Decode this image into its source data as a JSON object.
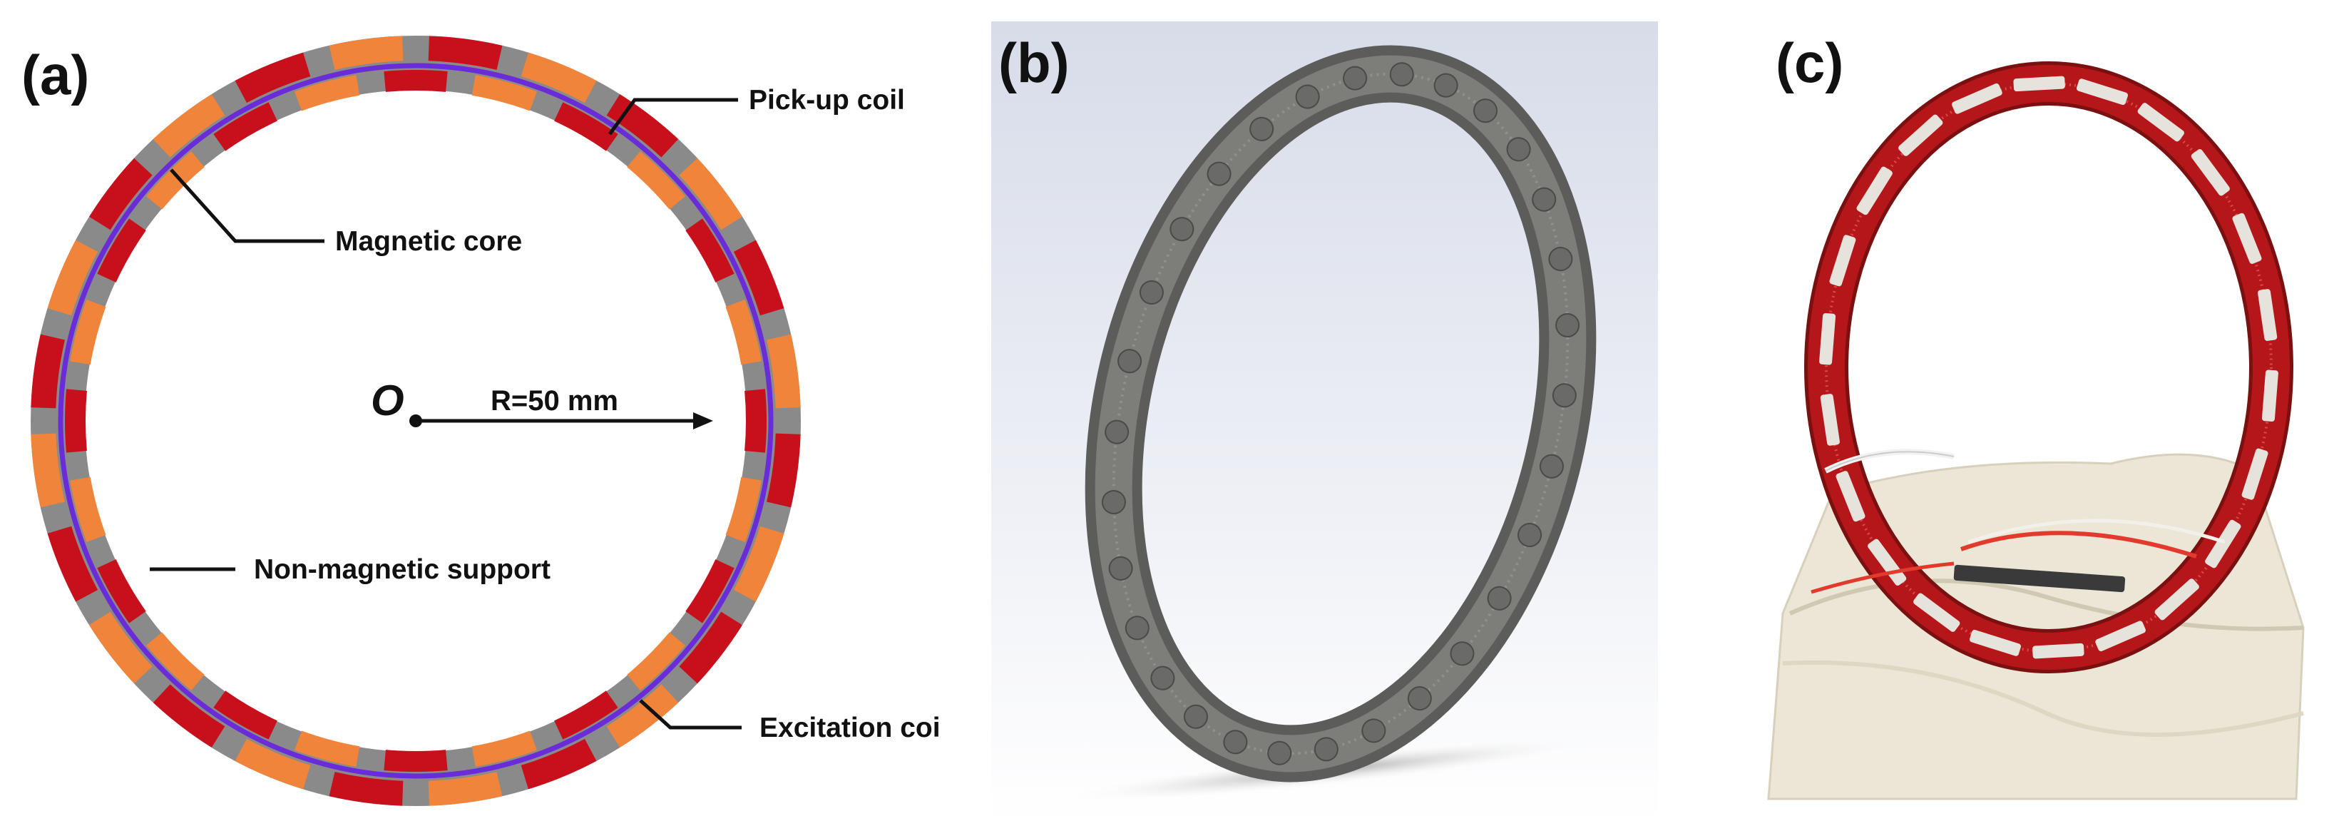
{
  "panels": [
    {
      "label": "(a)"
    },
    {
      "label": "(b)"
    },
    {
      "label": "(c)"
    }
  ],
  "diagram_a": {
    "center_label": "O",
    "radius_label": "R=50 mm",
    "callouts": {
      "pickup": "Pick-up coil",
      "core": "Magnetic core",
      "support": "Non-magnetic support",
      "excitation": "Excitation coil"
    },
    "colors": {
      "excitation_coil": "#c8101c",
      "pickup_coil": "#f0843a",
      "magnetic_core": "#6a2bd8",
      "support": "#8a8a8a"
    },
    "coil_counts": {
      "outer_segments": 24,
      "inner_segments": 24
    }
  },
  "render_b": {
    "colors": {
      "ring": "#6e6e6c",
      "background": "#e8ebf3"
    }
  },
  "photo_c": {
    "colors": {
      "copper": "#b81a1a",
      "base": "#ece7d8",
      "tape": "#e6e2dc"
    }
  }
}
